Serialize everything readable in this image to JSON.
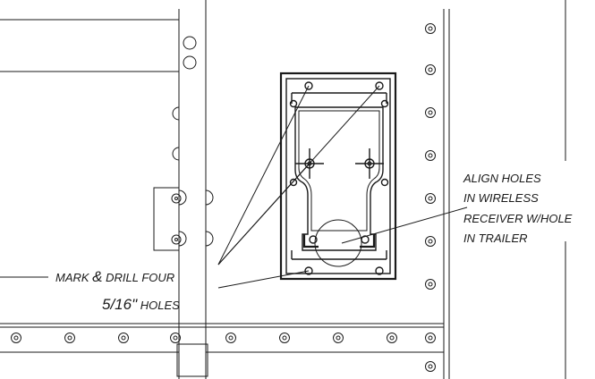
{
  "callouts": {
    "mark_drill": {
      "line1_prefix": "MARK ",
      "amp": "&",
      "line1_suffix": " DRILL FOUR",
      "line2_size": "5/16\"",
      "line2_rest": " HOLES"
    },
    "align": {
      "line1": "ALIGN HOLES",
      "line2": "IN WIRELESS",
      "line3": "RECEIVER W/HOLE",
      "line4": "IN TRAILER"
    }
  },
  "colors": {
    "ink": "#1a1a1a",
    "background": "#ffffff"
  }
}
